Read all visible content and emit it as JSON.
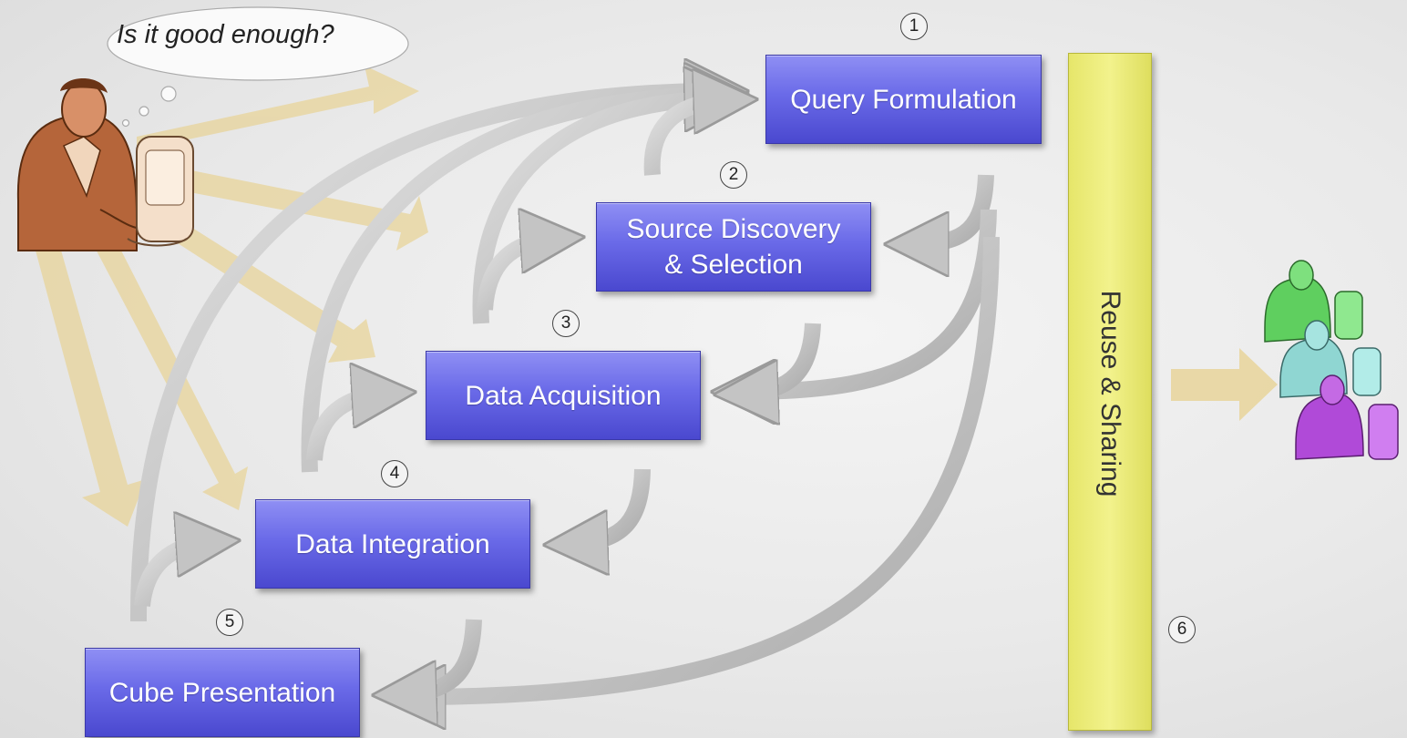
{
  "thought": {
    "text": "Is it good enough?"
  },
  "steps": [
    {
      "number": "1",
      "label": "Query Formulation"
    },
    {
      "number": "2",
      "label_line1": "Source Discovery",
      "label_line2": "& Selection"
    },
    {
      "number": "3",
      "label": "Data Acquisition"
    },
    {
      "number": "4",
      "label": "Data Integration"
    },
    {
      "number": "5",
      "label": "Cube Presentation"
    },
    {
      "number": "6",
      "label": "Reuse & Sharing"
    }
  ],
  "icons": {
    "analyst": "analyst-at-computer-icon",
    "group": "user-group-icon"
  },
  "colors": {
    "step_box": "#6a6ae8",
    "reuse_bar": "#eeee7e",
    "feedback_rays": "#e8d49a",
    "flow_arrows": "#c9c9c9"
  }
}
